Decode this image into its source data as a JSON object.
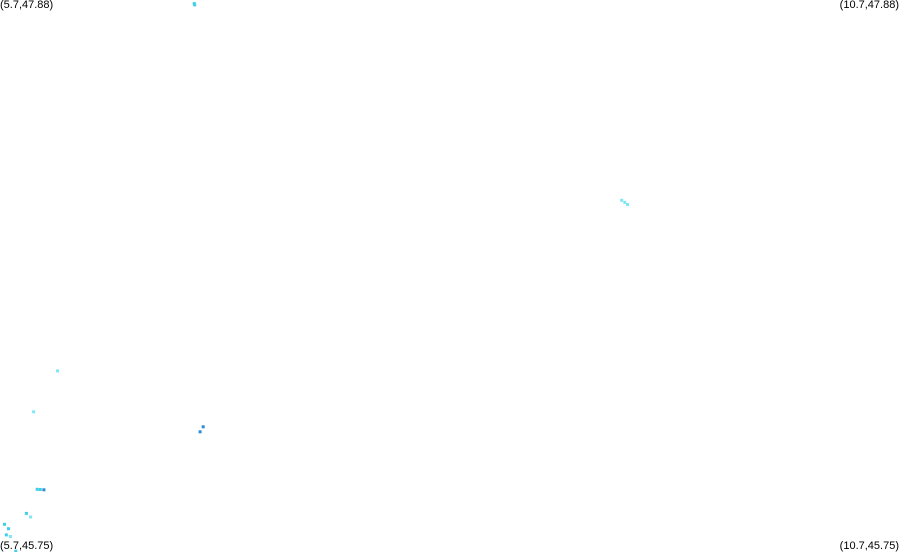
{
  "map": {
    "corner_labels": {
      "top_left": "(5.7,47.88)",
      "top_right": "(10.7,47.88)",
      "bottom_left": "(5.7,45.75)",
      "bottom_right": "(10.7,45.75)"
    },
    "bounds": {
      "lon_min": 5.7,
      "lon_max": 10.7,
      "lat_min": 45.75,
      "lat_max": 47.88
    },
    "colors": {
      "background": "#ffffff",
      "light_cyan": "#7fe6f5",
      "cyan": "#3fcfe8",
      "blue": "#2a8fcf"
    },
    "points": [
      {
        "lon": 6.78,
        "lat": 47.866,
        "color": "#3fcfe8"
      },
      {
        "lon": 6.783,
        "lat": 47.861,
        "color": "#3fcfe8"
      },
      {
        "lon": 9.158,
        "lat": 47.107,
        "color": "#7fe6f5"
      },
      {
        "lon": 9.175,
        "lat": 47.099,
        "color": "#7fe6f5"
      },
      {
        "lon": 9.19,
        "lat": 47.091,
        "color": "#7fe6f5"
      },
      {
        "lon": 6.02,
        "lat": 46.449,
        "color": "#7fe6f5"
      },
      {
        "lon": 5.887,
        "lat": 46.291,
        "color": "#7fe6f5"
      },
      {
        "lon": 6.83,
        "lat": 46.233,
        "color": "#2a8fcf"
      },
      {
        "lon": 6.813,
        "lat": 46.214,
        "color": "#2a8fcf"
      },
      {
        "lon": 5.907,
        "lat": 45.992,
        "color": "#3fcfe8"
      },
      {
        "lon": 5.924,
        "lat": 45.991,
        "color": "#3fcfe8"
      },
      {
        "lon": 5.944,
        "lat": 45.99,
        "color": "#2a8fcf"
      },
      {
        "lon": 5.847,
        "lat": 45.899,
        "color": "#3fcfe8"
      },
      {
        "lon": 5.87,
        "lat": 45.885,
        "color": "#7fe6f5"
      },
      {
        "lon": 5.725,
        "lat": 45.857,
        "color": "#3fcfe8"
      },
      {
        "lon": 5.747,
        "lat": 45.84,
        "color": "#3fcfe8"
      },
      {
        "lon": 5.735,
        "lat": 45.816,
        "color": "#3fcfe8"
      },
      {
        "lon": 5.758,
        "lat": 45.81,
        "color": "#7fe6f5"
      },
      {
        "lon": 5.788,
        "lat": 45.753,
        "color": "#3fcfe8"
      }
    ]
  }
}
